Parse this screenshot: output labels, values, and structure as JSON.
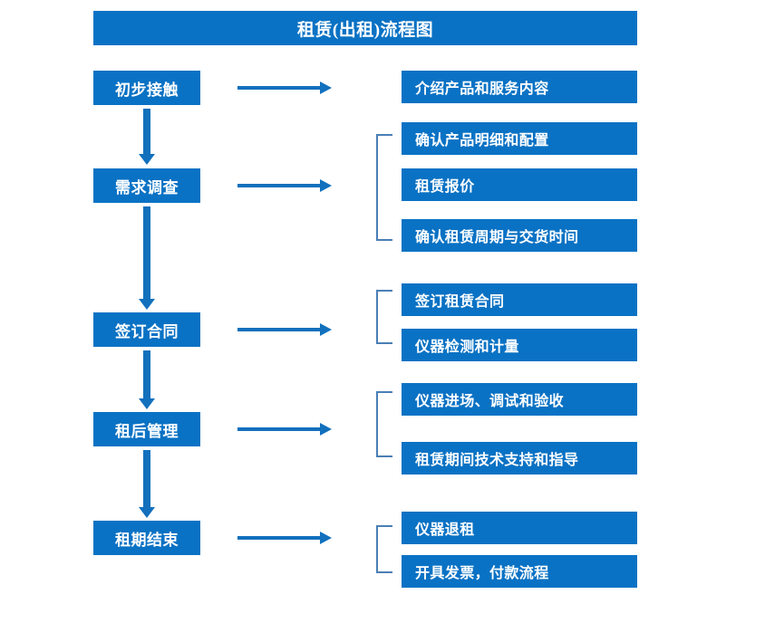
{
  "diagram": {
    "title": "租赁(出租)流程图",
    "theme": {
      "box_fill": "#0a72c4",
      "box_text": "#ffffff",
      "arrow_color": "#1270bd",
      "bracket_color": "#4a7fb5",
      "background": "#ffffff"
    },
    "stages": [
      {
        "label": "初步接触"
      },
      {
        "label": "需求调查"
      },
      {
        "label": "签订合同"
      },
      {
        "label": "租后管理"
      },
      {
        "label": "租期结束"
      }
    ],
    "details": [
      {
        "label": "介绍产品和服务内容"
      },
      {
        "label": "确认产品明细和配置"
      },
      {
        "label": "租赁报价"
      },
      {
        "label": "确认租赁周期与交货时间"
      },
      {
        "label": "签订租赁合同"
      },
      {
        "label": "仪器检测和计量"
      },
      {
        "label": "仪器进场、调试和验收"
      },
      {
        "label": "租赁期间技术支持和指导"
      },
      {
        "label": "仪器退租"
      },
      {
        "label": "开具发票，付款流程"
      }
    ]
  }
}
